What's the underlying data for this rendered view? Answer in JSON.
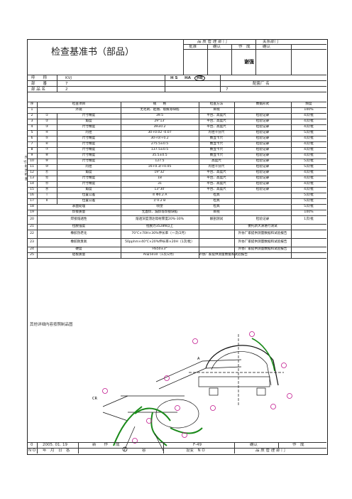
{
  "title": "检查基准书（部品）",
  "approval": {
    "dept": "品 质 管 理 部 门",
    "related": "关系部门",
    "approve": "批准",
    "confirm": "确认",
    "make": "作　成",
    "confirm2": "确认",
    "stamp": "谢强"
  },
  "info": {
    "model_label": "呼　　称",
    "model_value": "KVJ",
    "part_no_label": "部　　番",
    "part_no_value": "7",
    "part_name_label": "部 品 名",
    "part_name_value": "2",
    "marks": [
      "H S",
      "HA",
      "HB"
    ],
    "supplier_label": "配套厂 名",
    "supplier_value": "7"
  },
  "table": {
    "headers": [
      "序",
      "检查项目",
      "规　　格",
      "检查方法",
      "数据形式",
      "频度"
    ],
    "side_label": "尺寸、形状检查",
    "rows": [
      {
        "no": "1",
        "mark": "",
        "item": "外观",
        "spec": "无毛刺、起翘、裂痕等缺陷",
        "method": "目视",
        "form": "",
        "freq": "100%"
      },
      {
        "no": "2",
        "mark": "①",
        "item": "尺寸精度",
        "spec": "39.5",
        "method": "平台、高度尺",
        "form": "检验记录",
        "freq": "4次/批"
      },
      {
        "no": "3",
        "mark": "②",
        "item": "角度",
        "spec": "29°13'",
        "method": "平台、高度尺",
        "form": "检验记录",
        "freq": "4次/批"
      },
      {
        "no": "4",
        "mark": "③",
        "item": "尺寸精度",
        "spec": "39±0.2",
        "method": "平台、高度尺",
        "form": "检验记录",
        "freq": "4次/批"
      },
      {
        "no": "5",
        "mark": "④",
        "item": "内径",
        "spec": "30+0.02 -0.07",
        "method": "内径千分尺",
        "form": "检验记录",
        "freq": "5次/批"
      },
      {
        "no": "6",
        "mark": "⑤",
        "item": "尺寸精度",
        "spec": "30+0/+0.2",
        "method": "数显卡尺",
        "form": "检验记录",
        "freq": "4次/批"
      },
      {
        "no": "7",
        "mark": "⑥",
        "item": "尺寸精度",
        "spec": "275.5±0.5",
        "method": "数显卡尺",
        "form": "检验记录",
        "freq": "4次/批"
      },
      {
        "no": "8",
        "mark": "⑦",
        "item": "尺寸精度",
        "spec": "137.5±0.5",
        "method": "数显卡尺",
        "form": "检验记录",
        "freq": "4次/批"
      },
      {
        "no": "9",
        "mark": "⑧",
        "item": "尺寸精度",
        "spec": "35.5±0.5",
        "method": "数显卡尺",
        "form": "检验记录",
        "freq": "4次/批"
      },
      {
        "no": "10",
        "mark": "⑨",
        "item": "尺寸精度",
        "spec": "127.5",
        "method": "高度尺",
        "form": "检验记录",
        "freq": "5次/批"
      },
      {
        "no": "11",
        "mark": "⑩",
        "item": "内径",
        "spec": "16+0.3/+0.05",
        "method": "内径千分尺",
        "form": "检验记录",
        "freq": "5次/批"
      },
      {
        "no": "12",
        "mark": "⑪",
        "item": "角度",
        "spec": "19°32'",
        "method": "平台、高度尺",
        "form": "检验记录",
        "freq": "4次/批"
      },
      {
        "no": "13",
        "mark": "⑫",
        "item": "尺寸精度",
        "spec": "18",
        "method": "平台、高度尺",
        "form": "检验记录",
        "freq": "4次/批"
      },
      {
        "no": "14",
        "mark": "⑬",
        "item": "尺寸精度",
        "spec": "31",
        "method": "平台、高度尺",
        "form": "检验记录",
        "freq": "4次/批"
      },
      {
        "no": "15",
        "mark": "⑭",
        "item": "角度",
        "spec": "13°30'",
        "method": "平台、高度尺",
        "form": "检验记录",
        "freq": "4次/批"
      },
      {
        "no": "16",
        "mark": "I",
        "item": "位置公差",
        "spec": "⊙ Φ0.2 A",
        "method": "检具",
        "form": "",
        "freq": "5次/批"
      },
      {
        "no": "17",
        "mark": "II",
        "item": "位置公差",
        "spec": "// 0.2 B",
        "method": "检具",
        "form": "",
        "freq": "5次/批"
      },
      {
        "no": "18",
        "mark": "",
        "item": "表面处理",
        "spec": "喷塑",
        "method": "检具",
        "form": "",
        "freq": "5次/批"
      },
      {
        "no": "19",
        "mark": "",
        "item": "焊接质量",
        "spec": "无虚焊、漏焊等焊接缺陷",
        "method": "目视",
        "form": "",
        "freq": "100%"
      },
      {
        "no": "20",
        "mark": "",
        "item": "焊接熔透性",
        "spec": "熔透深度须达母材厚度20%-30%",
        "method": "解剖测试",
        "form": "检验记录",
        "freq": "1次/批"
      },
      {
        "no": "21",
        "mark": "",
        "item": "拉脱强度",
        "spec": "拉脱力3528N以上",
        "method": "委托新大洲进行测试",
        "form": "",
        "freq": "测试报告单"
      },
      {
        "no": "22",
        "mark": "",
        "item": "橡胶热老化",
        "spec": "70℃×70H×30%伸长率（一次/2月）",
        "method": "外协厂家提供测量数据和试验报告",
        "form": "",
        "freq": ""
      },
      {
        "no": "23",
        "mark": "",
        "item": "橡胶耐臭氧",
        "spec": "50pphm×40℃×20%伸长率×20H（1次/批）",
        "method": "外协厂家提供测量数据和试验报告",
        "form": "",
        "freq": ""
      },
      {
        "no": "24",
        "mark": "",
        "item": "硬度",
        "spec": "HS50±3°",
        "method": "外协厂家提供测量数据和试验报告",
        "form": "",
        "freq": ""
      },
      {
        "no": "25",
        "mark": "",
        "item": "铝板质量",
        "spec": "Al日5010（1次/2月）",
        "method": "外协厂家提供测量数据和试验报告",
        "form": "",
        "freq": ""
      }
    ]
  },
  "drawing": {
    "label": "其他详细内容按照制品图",
    "labels": [
      "CR",
      "A"
    ]
  },
  "footer": {
    "row": {
      "no": "0",
      "date": "2005. 01. 19",
      "content": "新　　作　　成",
      "ref": "F-49",
      "confirm": "确认",
      "make": "作　成"
    },
    "labels": {
      "no": "N O",
      "date": "年　月　日　各",
      "content": "容",
      "ref": "设变　N O",
      "dept": "品 质 管 理 部 门"
    }
  }
}
